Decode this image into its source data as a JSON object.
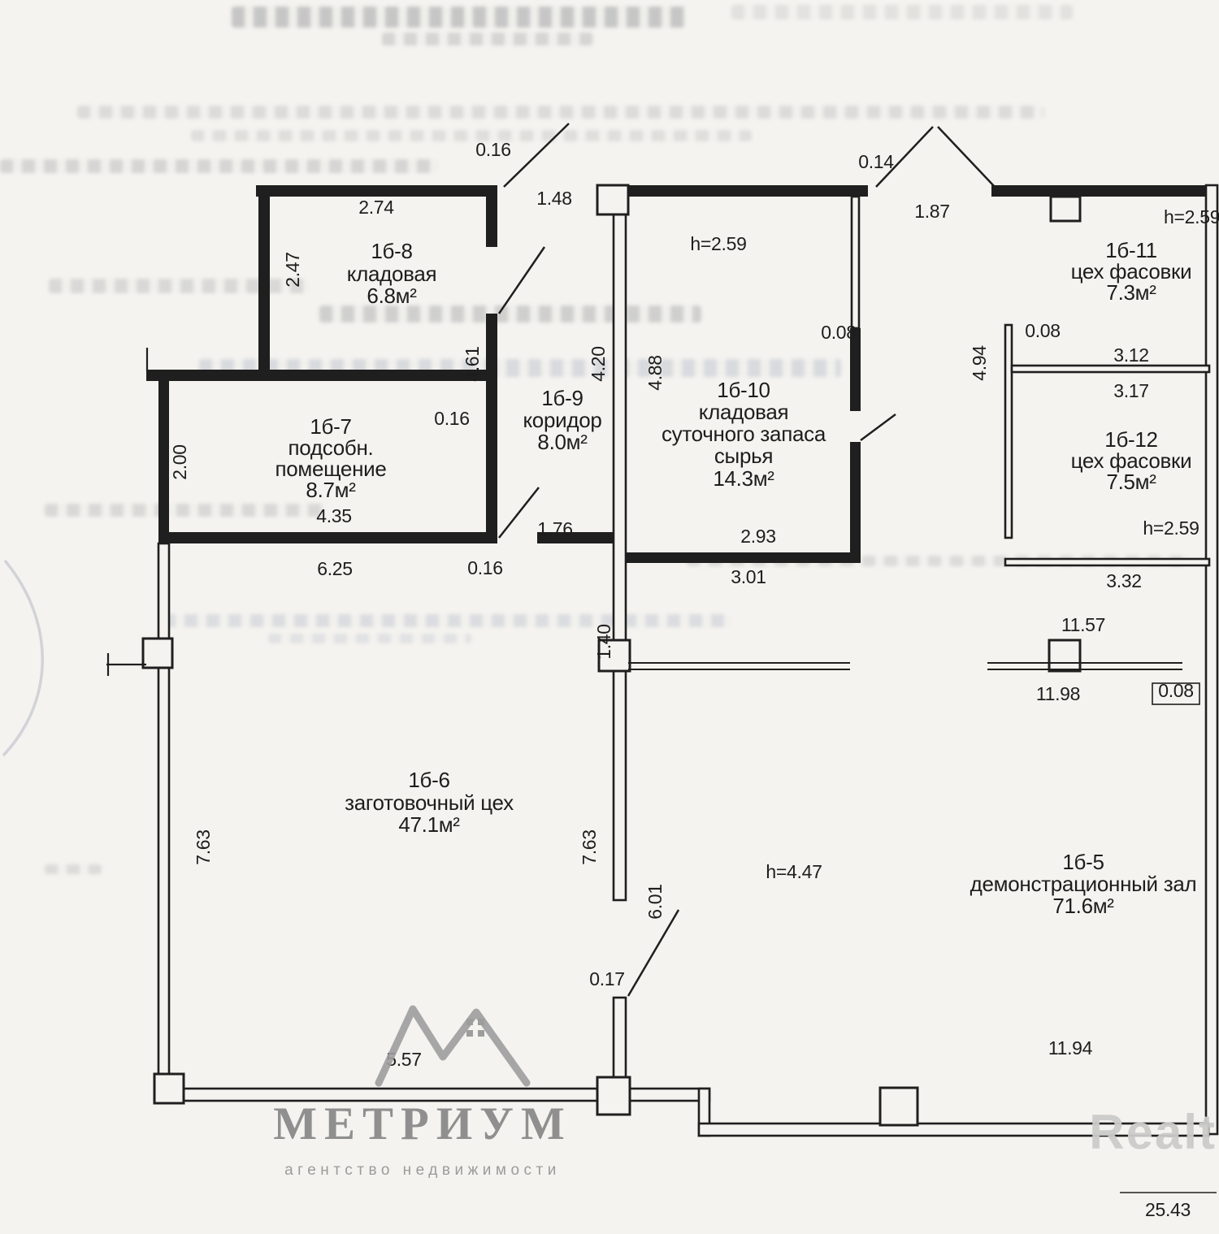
{
  "colors": {
    "paper": "#f4f3ef",
    "ink": "#1f1f1f",
    "watermark_gray": "#8f8f8f",
    "realt_gray": "#cbcbcb"
  },
  "rooms": [
    {
      "lines": [
        "1б-8",
        "кладовая",
        "6.8м²"
      ]
    },
    {
      "lines": [
        "1б-11",
        "цех фасовки",
        "7.3м²"
      ]
    },
    {
      "lines": [
        "1б-9",
        "коридор",
        "8.0м²"
      ]
    },
    {
      "lines": [
        "1б-10",
        "кладовая",
        "суточного запаса",
        "сырья",
        "14.3м²"
      ]
    },
    {
      "lines": [
        "1б-7",
        "подсобн.",
        "помещение",
        "8.7м²"
      ]
    },
    {
      "lines": [
        "1б-12",
        "цех фасовки",
        "7.5м²"
      ]
    },
    {
      "lines": [
        "1б-6",
        "заготовочный цех",
        "47.1м²"
      ]
    },
    {
      "lines": [
        "1б-5",
        "демонстрационный зал",
        "71.6м²"
      ]
    }
  ],
  "dims": [
    "0.16",
    "2.74",
    "1.48",
    "0.14",
    "1.87",
    "h=2.59",
    "h=2.59",
    "2.47",
    "0.08",
    "0.08",
    "4.94",
    "3.12",
    "3.17",
    "4.61",
    "4.20",
    "4.88",
    "0.16",
    "2.00",
    "4.35",
    "h=2.59",
    "1.76",
    "2.93",
    "6.25",
    "0.16",
    "3.01",
    "3.32",
    "1.40",
    "11.57",
    "11.98",
    "0.08",
    "7.63",
    "7.63",
    "6.01",
    "h=4.47",
    "0.17",
    "5.57",
    "11.94",
    "25.43"
  ],
  "watermarks": {
    "agency_name": "МЕТРИУМ",
    "agency_tagline": "агентство недвижимости",
    "portal": "Realt"
  }
}
